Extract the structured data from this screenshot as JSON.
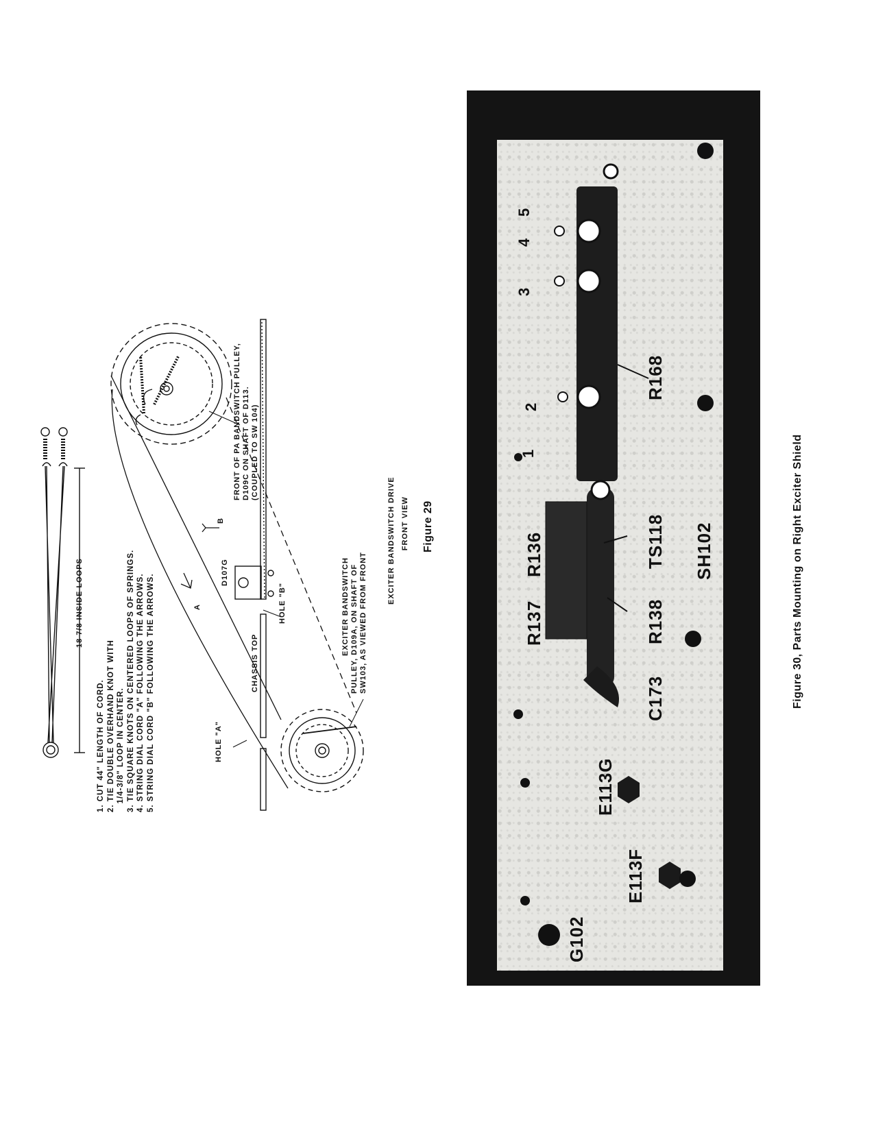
{
  "figure29": {
    "steps": [
      "1. CUT 44\" LENGTH OF CORD.",
      "2. TIE DOUBLE OVERHAND KNOT WITH",
      "   1/4-3/8\" LOOP IN CENTER.",
      "3. TIE SQUARE KNOTS ON CENTERED LOOPS OF SPRINGS.",
      "4. STRING DIAL CORD \"A\" FOLLOWING THE ARROWS.",
      "5. STRING DIAL CORD \"B\" FOLLOWING THE ARROWS."
    ],
    "inside_loops": "18 7/8 INSIDE LOOPS",
    "hole_a": "HOLE \"A\"",
    "hole_b": "HOLE \"B\"",
    "chassis_top": "CHASSIS TOP",
    "d107g": "D107G",
    "pa_pulley": [
      "FRONT OF PA BANDSWITCH PULLEY,",
      "D109C ON SHAFT OF D113.",
      "(COUPLED TO SW 104)"
    ],
    "exciter_pulley": [
      "EXCITER BANDSWITCH",
      "PULLEY, D109A, ON SHAFT OF",
      "SW103, AS VIEWED FROM FRONT"
    ],
    "drive_title": [
      "EXCITER BANDSWITCH DRIVE",
      "FRONT VIEW"
    ],
    "caption": "Figure 29",
    "cord_a": "A",
    "cord_b": "B"
  },
  "figure30": {
    "caption": "Figure 30, Parts Mounting on Right Exciter Shield",
    "labels": {
      "g102": "G102",
      "e113f": "E113F",
      "e113g": "E113G",
      "c173": "C173",
      "r137": "R137",
      "r136": "R136",
      "r138": "R138",
      "ts118": "TS118",
      "sh102": "SH102",
      "r168": "R168",
      "n1": "1",
      "n2": "2",
      "n3": "3",
      "n4": "4",
      "n5": "5"
    }
  }
}
